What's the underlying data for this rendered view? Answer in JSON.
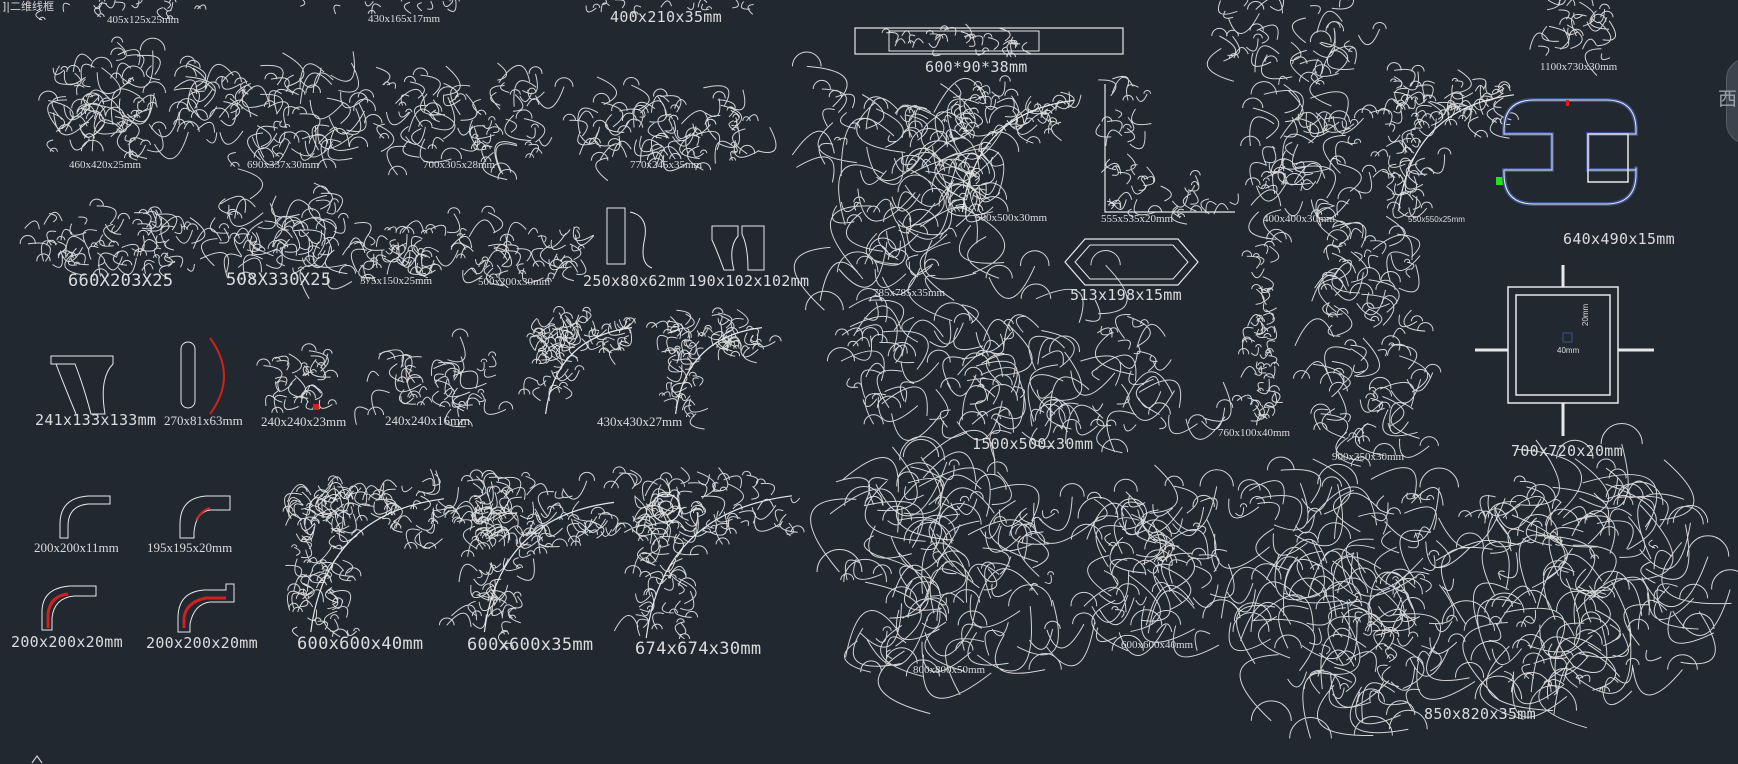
{
  "viewport": {
    "view_label": "]|二维线框",
    "viewcube_label": "西",
    "background_color": "#212830"
  },
  "dimension_labels": [
    {
      "id": "d-405x125x25",
      "text": "405x125x25mm"
    },
    {
      "id": "d-430x165x17",
      "text": "430x165x17mm"
    },
    {
      "id": "d-400x210x35",
      "text": "400x210x35mm"
    },
    {
      "id": "d-600x90x38",
      "text": "600*90*38mm"
    },
    {
      "id": "d-1100x730x30",
      "text": "1100x730x30mm"
    },
    {
      "id": "d-460x420x25",
      "text": "460x420x25mm"
    },
    {
      "id": "d-690x337x30",
      "text": "690x337x30mm"
    },
    {
      "id": "d-700x305x28",
      "text": "700x305x28mm"
    },
    {
      "id": "d-770x245x35",
      "text": "770x245x35mm"
    },
    {
      "id": "d-500x500x30",
      "text": "500x500x30mm"
    },
    {
      "id": "d-555x535x20",
      "text": "555x535x20mm"
    },
    {
      "id": "d-400x400x30",
      "text": "400x400x30mm"
    },
    {
      "id": "d-550x550x25",
      "text": "550x550x25mm"
    },
    {
      "id": "d-640x490x15",
      "text": "640x490x15mm"
    },
    {
      "id": "d-660x203x25",
      "text": "660X203X25"
    },
    {
      "id": "d-508x330x25",
      "text": "508X330X25"
    },
    {
      "id": "d-375x150x25",
      "text": "375x150x25mm"
    },
    {
      "id": "d-500x200x30",
      "text": "500x200x30mm"
    },
    {
      "id": "d-250x80x62",
      "text": "250x80x62mm"
    },
    {
      "id": "d-190x102x102",
      "text": "190x102x102mm"
    },
    {
      "id": "d-785x785x35",
      "text": "785x785x35mm"
    },
    {
      "id": "d-513x198x15",
      "text": "513x198x15mm"
    },
    {
      "id": "d-241x133x133",
      "text": "241x133x133mm"
    },
    {
      "id": "d-270x81x63",
      "text": "270x81x63mm"
    },
    {
      "id": "d-240x240x23",
      "text": "240x240x23mm"
    },
    {
      "id": "d-240x240x16",
      "text": "240x240x16mm"
    },
    {
      "id": "d-430x430x27",
      "text": "430x430x27mm"
    },
    {
      "id": "d-1500x500x30",
      "text": "1500x500x30mm"
    },
    {
      "id": "d-760x100x40",
      "text": "760x100x40mm"
    },
    {
      "id": "d-900x350x30",
      "text": "900x350x30mm"
    },
    {
      "id": "d-700x720x20",
      "text": "700x720x20mm"
    },
    {
      "id": "d-40mm",
      "text": "40mm"
    },
    {
      "id": "d-20mm",
      "text": "20mm"
    },
    {
      "id": "d-200x200x11",
      "text": "200x200x11mm"
    },
    {
      "id": "d-195x195x20",
      "text": "195x195x20mm"
    },
    {
      "id": "d-200x200x20-a",
      "text": "200x200x20mm"
    },
    {
      "id": "d-200x200x20-b",
      "text": "200x200x20mm"
    },
    {
      "id": "d-600x600x40-a",
      "text": "600x600x40mm"
    },
    {
      "id": "d-600x600x35",
      "text": "600x600x35mm"
    },
    {
      "id": "d-674x674x30",
      "text": "674x674x30mm"
    },
    {
      "id": "d-800x800x50",
      "text": "800x800x50mm"
    },
    {
      "id": "d-600x600x40-b",
      "text": "600x600x40mm"
    },
    {
      "id": "d-850x820x35",
      "text": "850x820x35mm"
    }
  ],
  "colors": {
    "linework": "#e8e8e8",
    "accent_red": "#d02020",
    "accent_blue": "#3a4f8a",
    "accent_green": "#22dd22"
  }
}
